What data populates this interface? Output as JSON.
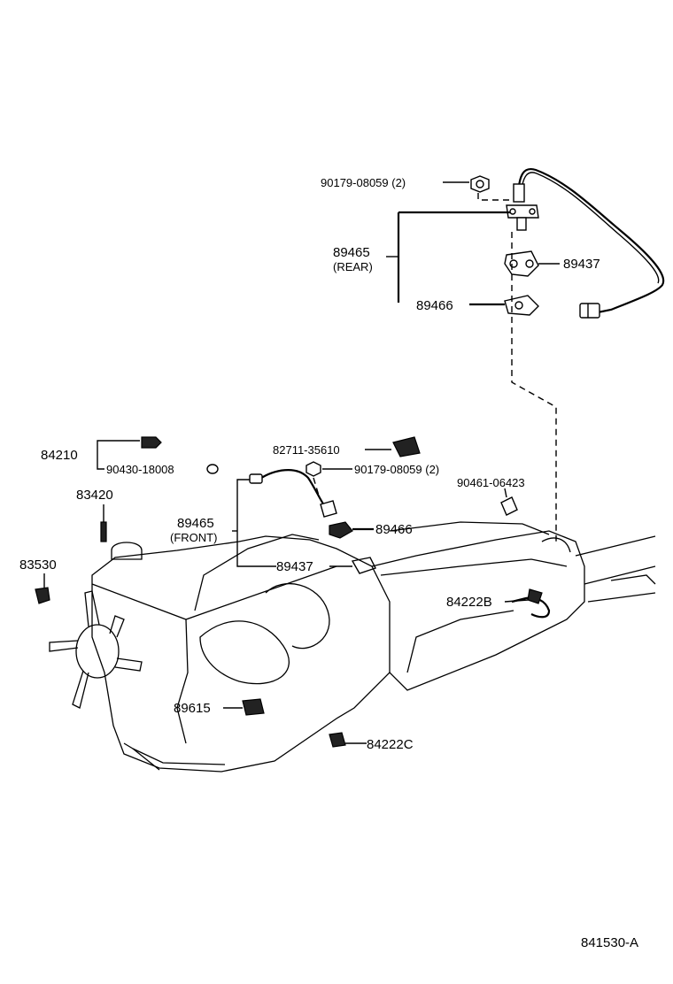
{
  "labels": {
    "nut_rear": "90179-08059 (2)",
    "sensor_rear_no": "89465",
    "sensor_rear_pos": "(REAR)",
    "gasket_rear_a": "89437",
    "gasket_rear_b": "89466",
    "sensor_84210": "84210",
    "ring_90430": "90430-18008",
    "bracket_82711": "82711-35610",
    "nut_front": "90179-08059 (2)",
    "clip_90461": "90461-06423",
    "sensor_83420": "83420",
    "sensor_front_no": "89465",
    "sensor_front_pos": "(FRONT)",
    "gasket_front_b": "89466",
    "sensor_83530": "83530",
    "gasket_front_a": "89437",
    "switch_84222b": "84222B",
    "sensor_89615": "89615",
    "switch_84222c": "84222C",
    "diagram_code": "841530-A"
  }
}
